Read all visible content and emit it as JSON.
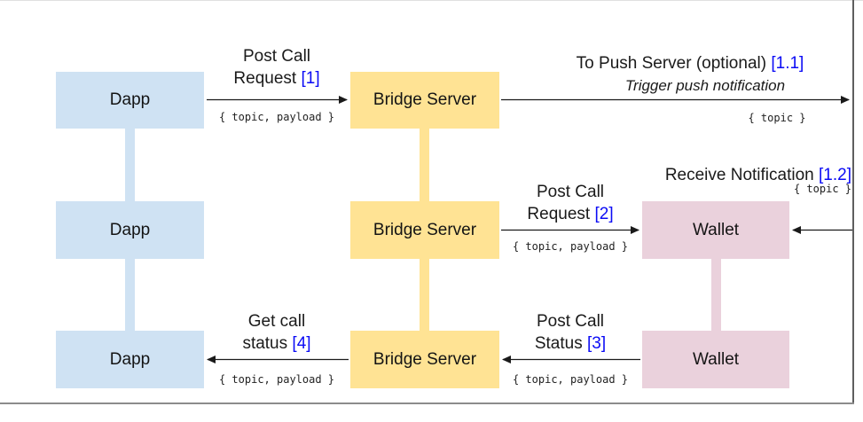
{
  "colors": {
    "dapp_fill": "#cfe2f3",
    "bridge_fill": "#ffe394",
    "wallet_fill": "#ead1dc",
    "ref_text": "#0b0bf5",
    "arrow": "#1a1a1a"
  },
  "nodes": {
    "dapp1": {
      "label": "Dapp"
    },
    "dapp2": {
      "label": "Dapp"
    },
    "dapp3": {
      "label": "Dapp"
    },
    "bridge1": {
      "label": "Bridge Server"
    },
    "bridge2": {
      "label": "Bridge Server"
    },
    "bridge3": {
      "label": "Bridge Server"
    },
    "wallet1": {
      "label": "Wallet"
    },
    "wallet2": {
      "label": "Wallet"
    }
  },
  "edges": {
    "post_call_request_1": {
      "line1": "Post Call",
      "line2": "Request",
      "ref": "[1]",
      "payload": "{ topic, payload }"
    },
    "to_push_server": {
      "title": "To Push Server (optional)",
      "ref": "[1.1]",
      "subtitle": "Trigger push notification",
      "payload": "{ topic }"
    },
    "receive_notification": {
      "title": "Receive Notification",
      "ref": "[1.2]",
      "payload": "{ topic }"
    },
    "post_call_request_2": {
      "line1": "Post Call",
      "line2": "Request",
      "ref": "[2]",
      "payload": "{ topic, payload }"
    },
    "post_call_status": {
      "line1": "Post Call",
      "line2": "Status",
      "ref": "[3]",
      "payload": "{ topic, payload }"
    },
    "get_call_status": {
      "line1": "Get call",
      "line2": "status",
      "ref": "[4]",
      "payload": "{ topic, payload }"
    }
  }
}
